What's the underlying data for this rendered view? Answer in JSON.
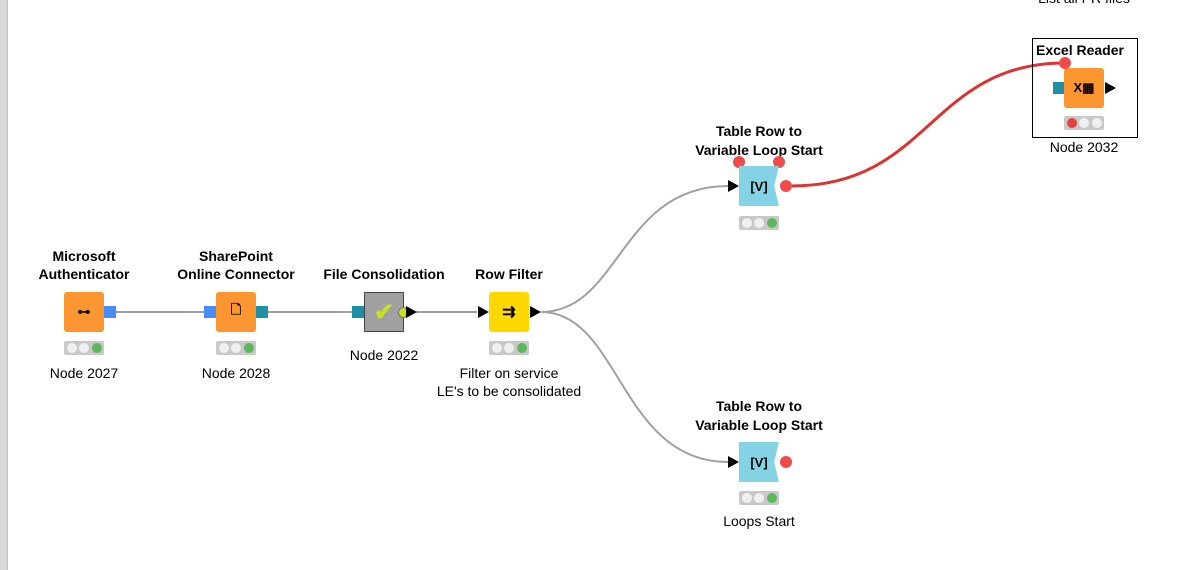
{
  "colors": {
    "orange": "#fb9630",
    "yellow": "#ffd800",
    "cyan": "#84d3e4",
    "variable_connection": "#d9342f",
    "data_connection": "#a0a0a0"
  },
  "top_annotation": "List all PR files",
  "nodes": {
    "ms_auth": {
      "title1": "Microsoft",
      "title2": "Authenticator",
      "label": "Node 2027",
      "icon": "key-icon",
      "status": "executed"
    },
    "sharepoint": {
      "title1": "SharePoint",
      "title2": "Online Connector",
      "label": "Node 2028",
      "icon": "file-connector-icon",
      "status": "executed"
    },
    "file_consolidation": {
      "title": "File Consolidation",
      "label": "Node 2022",
      "icon": "checkmark-icon"
    },
    "row_filter": {
      "title": "Row Filter",
      "label1": "Filter on service",
      "label2": "LE's to be consolidated",
      "icon": "row-filter-icon",
      "status": "executed"
    },
    "loop_top": {
      "title1": "Table Row to",
      "title2": "Variable Loop Start",
      "icon": "variable-loop-icon",
      "status": "executed"
    },
    "excel_reader": {
      "title": "Excel Reader",
      "label": "Node 2032",
      "icon": "excel-icon",
      "status": "not-configured"
    },
    "loop_bottom": {
      "title1": "Table Row to",
      "title2": "Variable Loop Start",
      "label": "Loops Start",
      "icon": "variable-loop-icon",
      "status": "executed"
    }
  }
}
